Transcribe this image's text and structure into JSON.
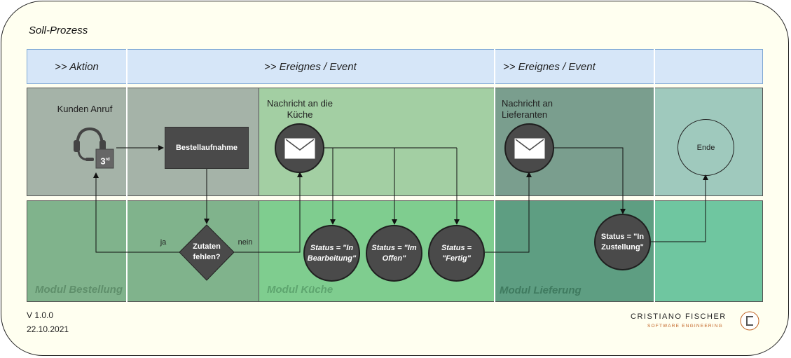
{
  "title": "Soll-Prozess",
  "headers": {
    "col1": ">> Aktion",
    "col2": ">> Ereignes / Event",
    "col3": ">> Ereignes / Event"
  },
  "modules": {
    "bestellung": "Modul Bestellung",
    "kueche": "Modul Küche",
    "lieferung": "Modul Lieferung"
  },
  "nodes": {
    "kunden_anruf": "Kunden Anruf",
    "badge": "3",
    "badge_sup": "rd",
    "bestellaufnahme": "Bestellaufnahme",
    "nachricht_kueche_1": "Nachricht an die",
    "nachricht_kueche_2": "Küche",
    "nachricht_lieferanten_1": "Nachricht an",
    "nachricht_lieferanten_2": "Lieferanten",
    "ende": "Ende",
    "zutaten_1": "Zutaten",
    "zutaten_2": "fehlen?",
    "ja": "ja",
    "nein": "nein",
    "status_bearbeitung_1": "Status = \"In",
    "status_bearbeitung_2": "Bearbeitung\"",
    "status_offen_1": "Status = \"Im",
    "status_offen_2": "Offen\"",
    "status_fertig_1": "Status =",
    "status_fertig_2": "\"Fertig\"",
    "status_zustellung_1": "Status = \"In",
    "status_zustellung_2": "Zustellung\""
  },
  "footer": {
    "version": "V 1.0.0",
    "date": "22.10.2021",
    "brand": "CRISTIANO FISCHER",
    "brand_sub": "SOFTWARE ENGINEERING"
  },
  "colors": {
    "header": "#d6e6f8",
    "lane_top_bestellung": "#a5b3a8",
    "lane_top_kueche": "#a3cfa3",
    "lane_top_lieferung": "#7a9e8e",
    "lane_top_ende": "#9fc9bd",
    "lane_bottom_bestellung": "#80b38c",
    "lane_bottom_kueche": "#7fcd8f",
    "lane_bottom_lieferung": "#5e9e82",
    "lane_bottom_ende": "#6fc6a0",
    "node_dark": "#4a4a4a"
  }
}
